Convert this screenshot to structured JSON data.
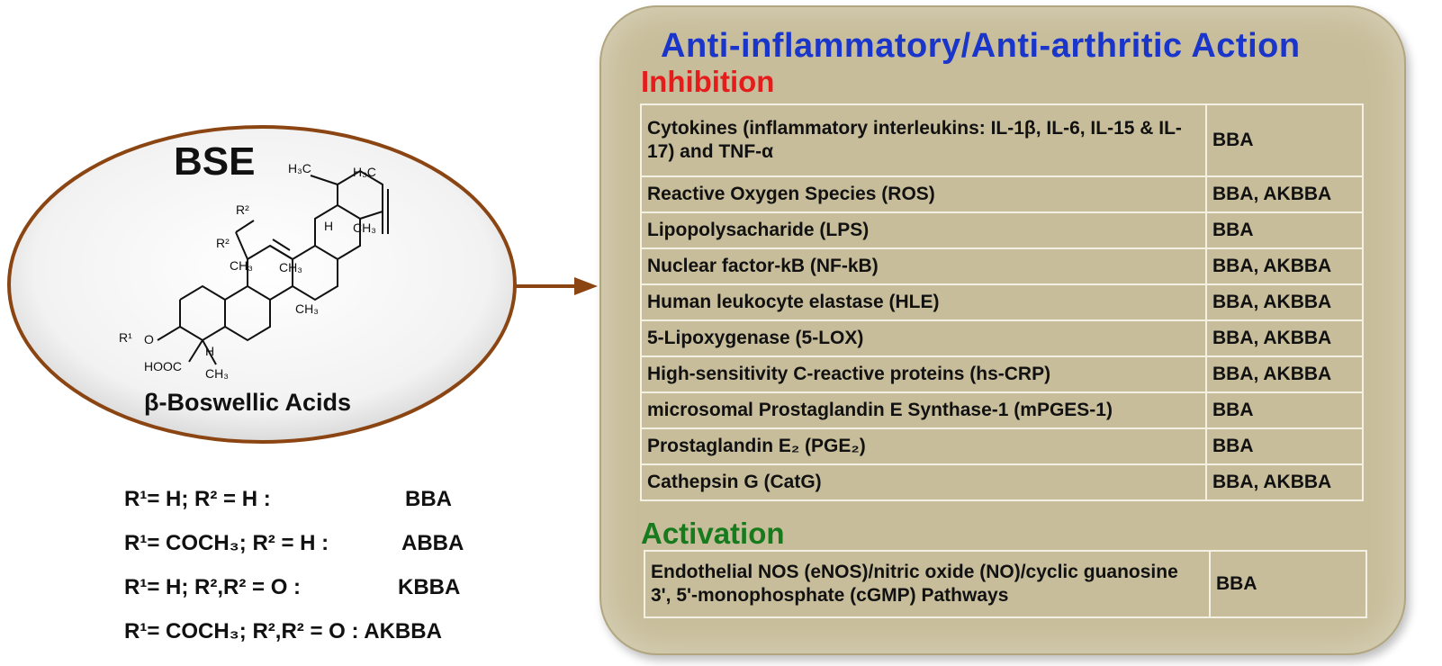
{
  "left_panel": {
    "bse_title": "BSE",
    "acid_caption": "β-Boswellic Acids",
    "structure_labels": {
      "r1": "R1",
      "r2a": "R2",
      "r2b": "R2",
      "ch3_top": "H3C",
      "ch3_a": "CH3",
      "ch3_b": "CH3",
      "ch3_c": "CH3",
      "ch3_d": "CH3",
      "ch3_e": "CH3",
      "h_top": "H",
      "h_bottom": "H",
      "oxy": "O",
      "cooh": "HOOC",
      "ch3_left": "H3C"
    },
    "substituents": [
      {
        "r1": "H",
        "r2": "R² = H",
        "code": "BBA"
      },
      {
        "r1": "COCH₃",
        "r2": "R² = H",
        "code": "ABBA"
      },
      {
        "r1": "H",
        "r2": "R²,R² = O",
        "code": "KBBA"
      },
      {
        "r1": "COCH₃",
        "r2": "R²,R² = O",
        "code": "AKBBA"
      }
    ]
  },
  "right_panel": {
    "title": "Anti-inflammatory/Anti-arthritic  Action",
    "inhibition_heading": "Inhibition",
    "inhibition_rows": [
      {
        "effect": "Cytokines (inflammatory interleukins: IL-1β, IL-6, IL-15 & IL-17) and TNF-α",
        "agent": "BBA"
      },
      {
        "effect": "Reactive Oxygen Species (ROS)",
        "agent": "BBA, AKBBA"
      },
      {
        "effect": "Lipopolysacharide (LPS)",
        "agent": "BBA"
      },
      {
        "effect": "Nuclear factor-kB (NF-kB)",
        "agent": "BBA, AKBBA"
      },
      {
        "effect": "Human leukocyte elastase (HLE)",
        "agent": "BBA, AKBBA"
      },
      {
        "effect": "5-Lipoxygenase (5-LOX)",
        "agent": "BBA, AKBBA"
      },
      {
        "effect": "High-sensitivity C-reactive proteins (hs-CRP)",
        "agent": "BBA, AKBBA"
      },
      {
        "effect": "microsomal Prostaglandin E Synthase-1 (mPGES-1)",
        "agent": "BBA"
      },
      {
        "effect": "Prostaglandin E₂ (PGE₂)",
        "agent": "BBA"
      },
      {
        "effect": "Cathepsin G (CatG)",
        "agent": "BBA, AKBBA"
      }
    ],
    "activation_heading": "Activation",
    "activation_rows": [
      {
        "effect": "Endothelial NOS (eNOS)/nitric oxide (NO)/cyclic guanosine 3', 5'-monophosphate (cGMP) Pathways",
        "agent": "BBA"
      }
    ]
  },
  "colors": {
    "panel_bg": "#c7bd9a",
    "title": "#1a35c9",
    "inhibition": "#e51c1c",
    "activation": "#177a1d",
    "ellipse_border": "#8b4513",
    "arrow": "#8b4513"
  }
}
